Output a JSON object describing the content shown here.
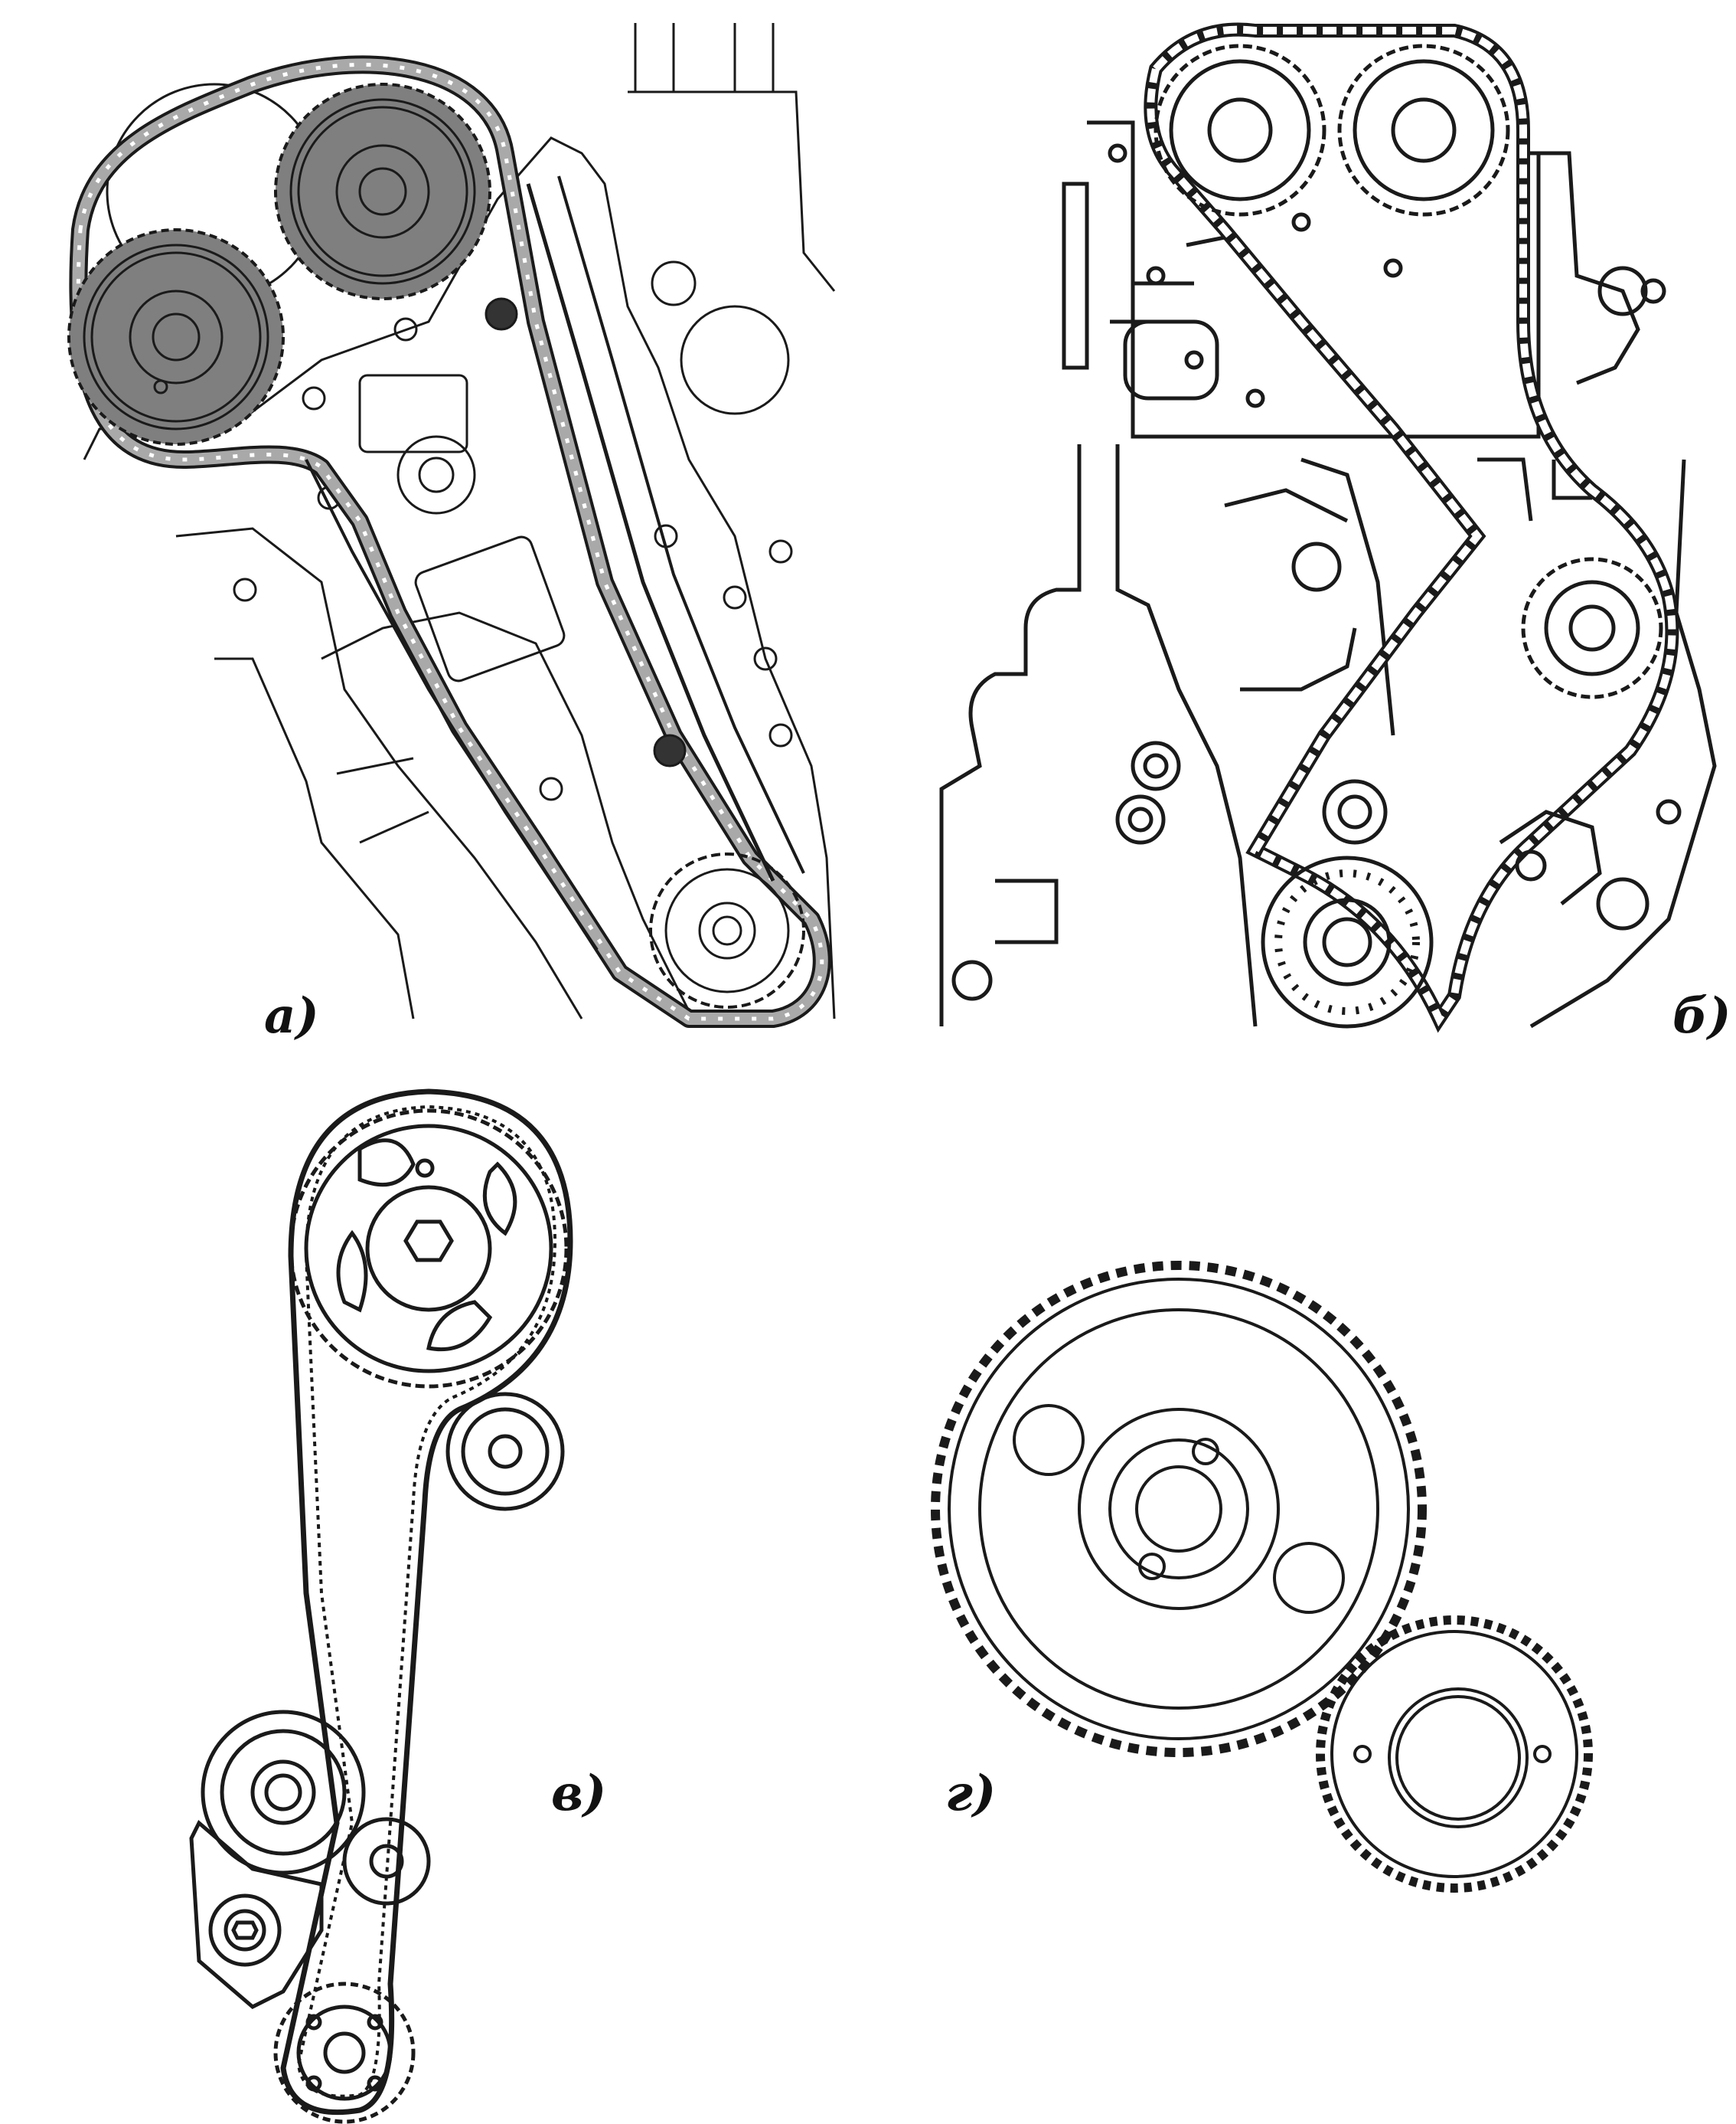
{
  "panels": [
    {
      "id": "a",
      "label": "а)"
    },
    {
      "id": "b",
      "label": "б)"
    },
    {
      "id": "v",
      "label": "в)"
    },
    {
      "id": "g",
      "label": "г)"
    }
  ],
  "colors": {
    "line": "#1a1a1a",
    "sprocket_fill": "#7f7f7f",
    "chain_fill": "#a9a9a9",
    "guide_dot": "#333333",
    "background": "#ffffff"
  }
}
